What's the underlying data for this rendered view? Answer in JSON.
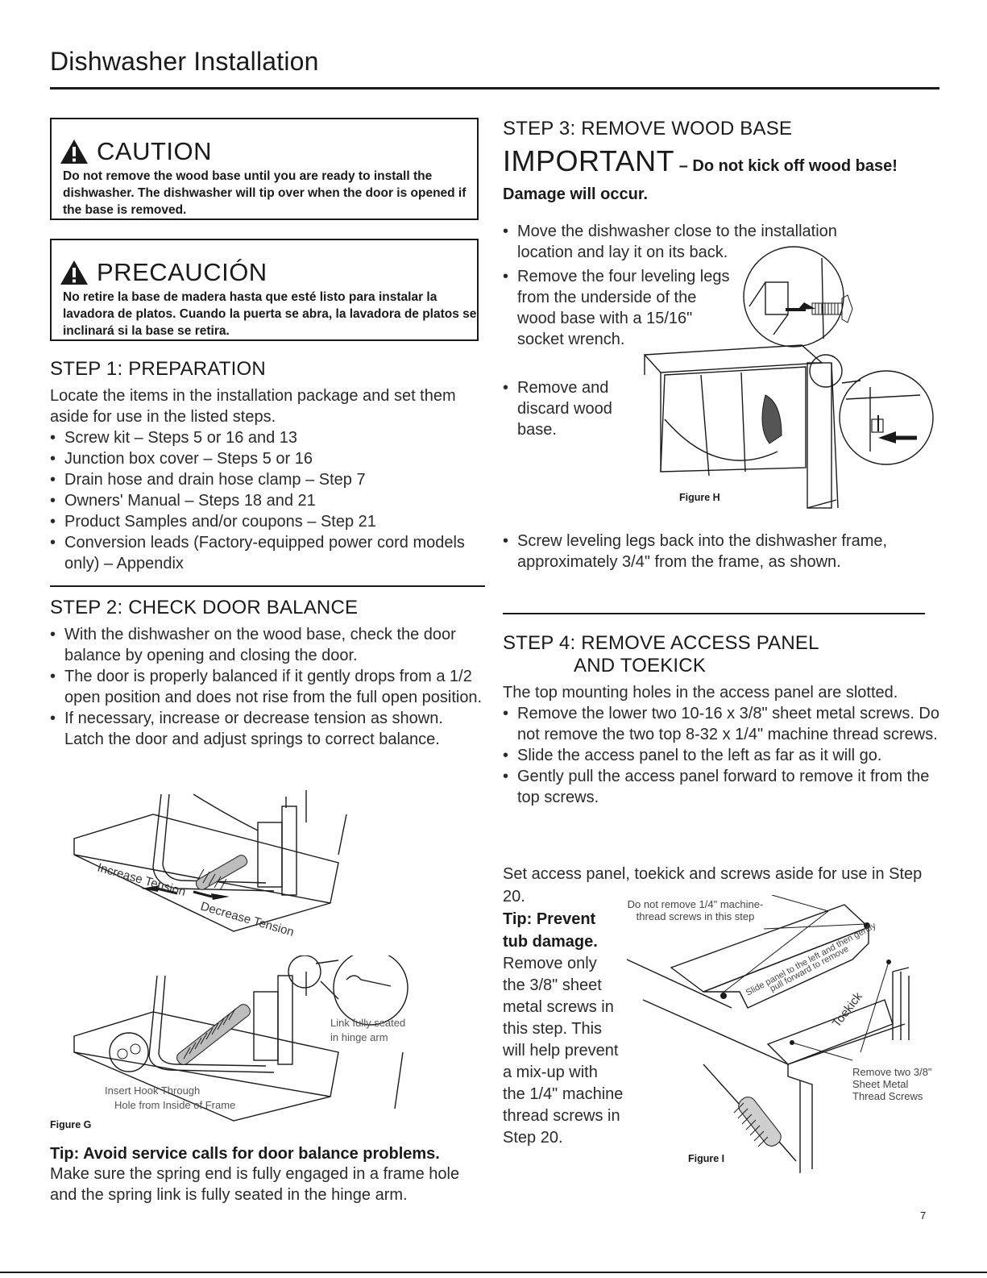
{
  "page": {
    "title": "Dishwasher Installation",
    "number": "7"
  },
  "caution": {
    "word": "CAUTION",
    "body": "Do not remove the wood base until you are ready to install the dishwasher. The dishwasher will tip over when the door is opened if the base is removed."
  },
  "precaucion": {
    "word": "PRECAUCIÓN",
    "body": "No retire la base de madera hasta que esté listo para instalar la lavadora de platos. Cuando la puerta se abra, la lavadora de platos se inclinará si la base se retira."
  },
  "step1": {
    "heading": "STEP 1: PREPARATION",
    "intro": "Locate the items in the installation package and set them aside for use in the listed steps.",
    "items": [
      "Screw kit – Steps 5 or 16 and 13",
      "Junction box cover – Steps 5 or 16",
      "Drain hose and drain hose clamp – Step 7",
      "Owners' Manual – Steps 18 and 21",
      "Product Samples and/or coupons – Step 21",
      "Conversion leads (Factory-equipped power cord models only) – Appendix"
    ]
  },
  "step2": {
    "heading": "STEP 2: CHECK DOOR BALANCE",
    "items": [
      "With the dishwasher on the wood base, check the door balance by opening and closing the door.",
      "The door is properly balanced if it gently drops from a 1/2 open position and does not rise from the full open position.",
      "If necessary, increase or decrease tension as shown. Latch the door and adjust springs to correct balance."
    ],
    "figure_label": "Figure G",
    "increase_label": "Increase Tension",
    "decrease_label": "Decrease Tension",
    "link_label": "Link fully seated in hinge arm",
    "insert_label": "Insert Hook Through Hole from Inside of Frame",
    "tip_heading": "Tip: Avoid service calls for door balance problems.",
    "tip_body": "Make sure the spring end is fully engaged in a frame hole and the spring link is fully seated in the hinge arm."
  },
  "step3": {
    "heading": "STEP 3: REMOVE WOOD BASE",
    "important": "IMPORTANT",
    "important_note": " – Do not kick off wood base!",
    "damage_note": "Damage will occur.",
    "items": [
      "Move the dishwasher close to the installation location and lay it on its back.",
      "Remove the four leveling legs from the underside of the wood base with a 15/16\" socket wrench.",
      "Remove and discard wood base."
    ],
    "figure_label": "Figure H",
    "after": "Screw leveling legs back into the dishwasher frame, approximately 3/4\" from the frame, as shown."
  },
  "step4": {
    "heading_line1": "STEP 4: REMOVE ACCESS PANEL",
    "heading_line2": "AND TOEKICK",
    "intro": "The top mounting holes in the access panel are slotted.",
    "items": [
      "Remove the lower two 10-16 x 3/8\" sheet metal screws. Do not remove the two top 8-32 x 1/4\" machine thread screws.",
      "Slide the access panel to the left as far as it will go.",
      "Gently pull the access panel forward to remove it from the top screws."
    ],
    "set_aside": "Set access panel, toekick and screws aside for use in Step 20.",
    "tip_heading": "Tip: Prevent tub damage.",
    "tip_body": "Remove only the 3/8\" sheet metal screws in this step. This will help prevent a mix-up with the 1/4\" machine thread screws in Step 20.",
    "figure_label": "Figure I",
    "callout_top": "Do not remove 1/4\" machine-thread screws in this step",
    "callout_right": "Remove two 3/8\" Sheet Metal Thread Screws",
    "panel_text": "Slide panel to the left and then gently pull forward to remove",
    "toekick_text": "Toekick"
  }
}
